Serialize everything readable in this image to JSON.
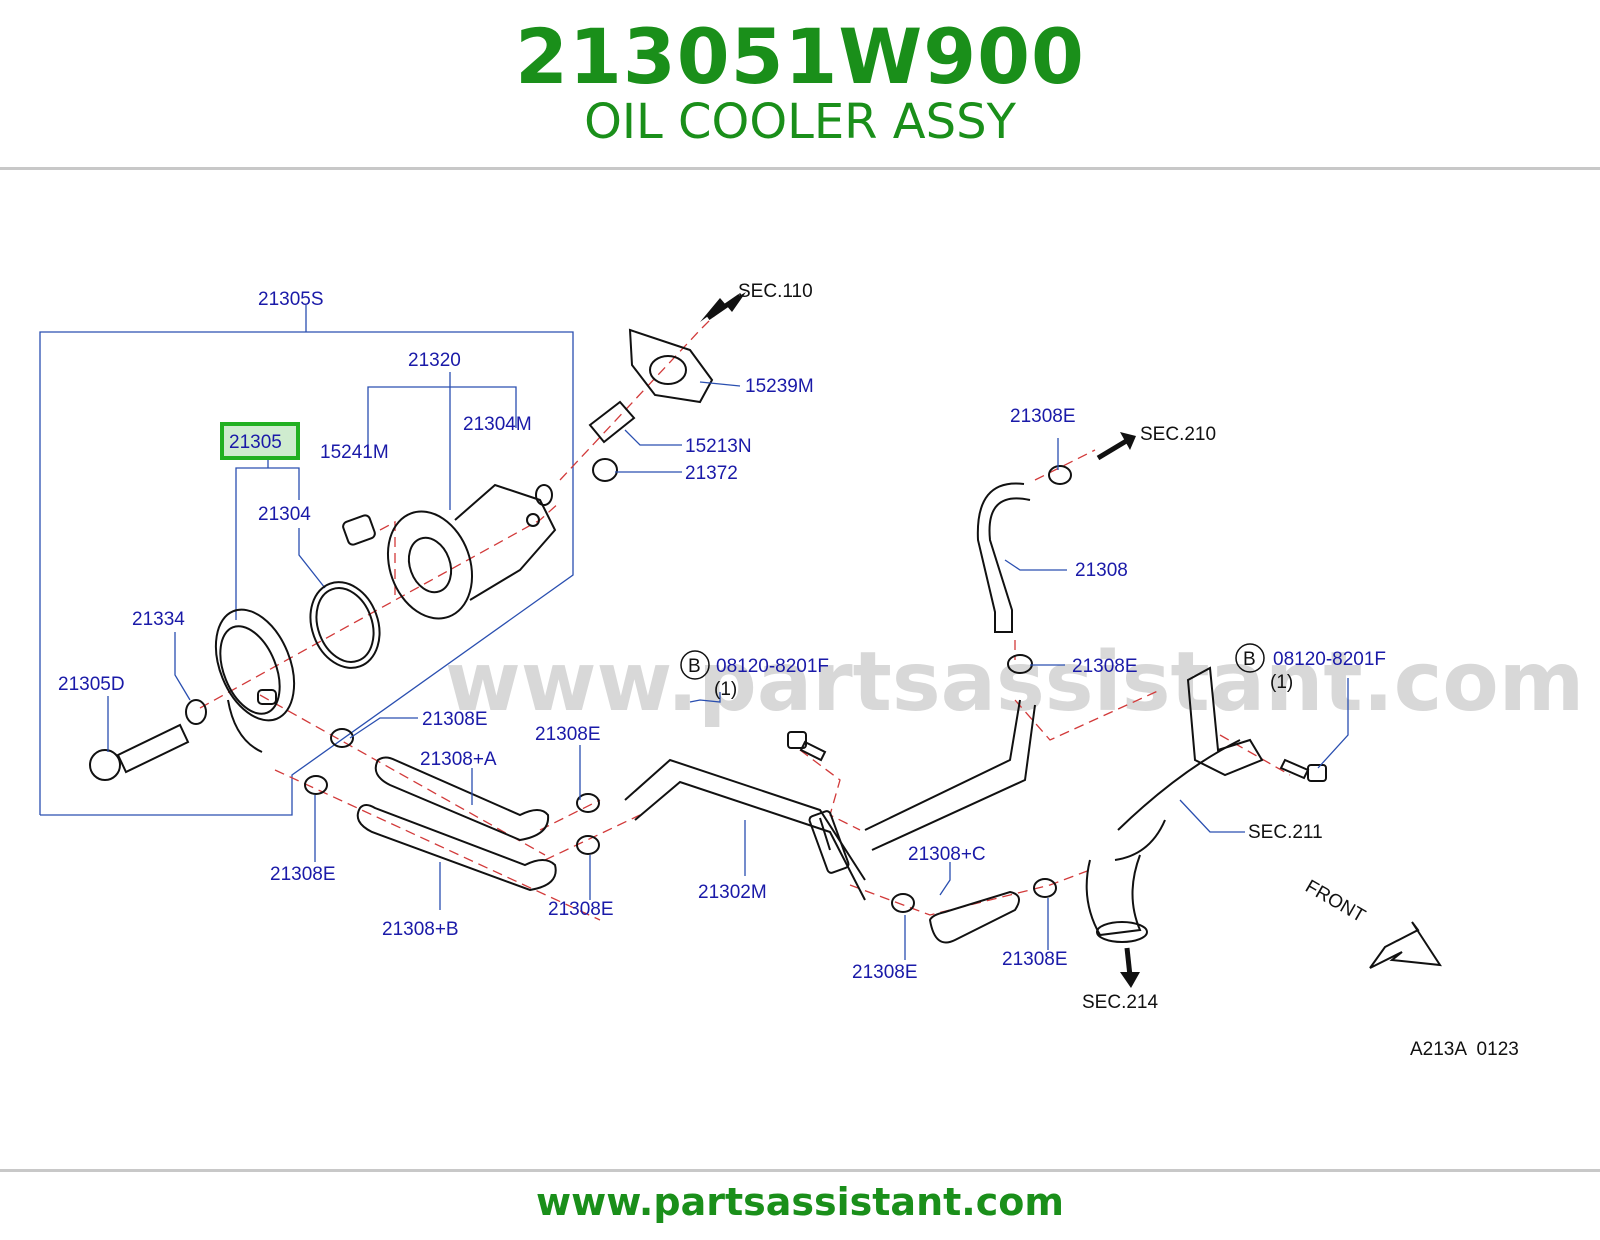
{
  "header": {
    "part_number": "213051W900",
    "part_name": "OIL COOLER ASSY"
  },
  "footer": {
    "url": "www.partsassistant.com"
  },
  "diagram": {
    "watermark": "www.partsassistant.com",
    "highlight_color": "#22b022",
    "labels": {
      "l_21305S": "21305S",
      "l_21320": "21320",
      "l_21304M": "21304M",
      "l_15241M": "15241M",
      "l_21305": "21305",
      "l_21304": "21304",
      "l_21334": "21334",
      "l_21305D": "21305D",
      "l_15239M": "15239M",
      "l_15213N": "15213N",
      "l_21372": "21372",
      "l_sec110": "SEC.110",
      "l_21308E_top": "21308E",
      "l_sec210": "SEC.210",
      "l_21308": "21308",
      "l_21308E_mid": "21308E",
      "l_bolt1": "08120-8201F",
      "l_bolt1_qty": "(1)",
      "l_bolt1_mark": "B",
      "l_bolt2": "08120-8201F",
      "l_bolt2_qty": "(1)",
      "l_bolt2_mark": "B",
      "l_21308E_a": "21308E",
      "l_21308A": "21308+A",
      "l_21308E_b": "21308E",
      "l_21308E_c": "21308E",
      "l_21308B": "21308+B",
      "l_21308E_d": "21308E",
      "l_21302M": "21302M",
      "l_21308C": "21308+C",
      "l_21308E_e": "21308E",
      "l_21308E_f": "21308E",
      "l_sec211": "SEC.211",
      "l_sec214": "SEC.214",
      "l_front": "FRONT",
      "l_ref": "A213A  0123"
    }
  }
}
